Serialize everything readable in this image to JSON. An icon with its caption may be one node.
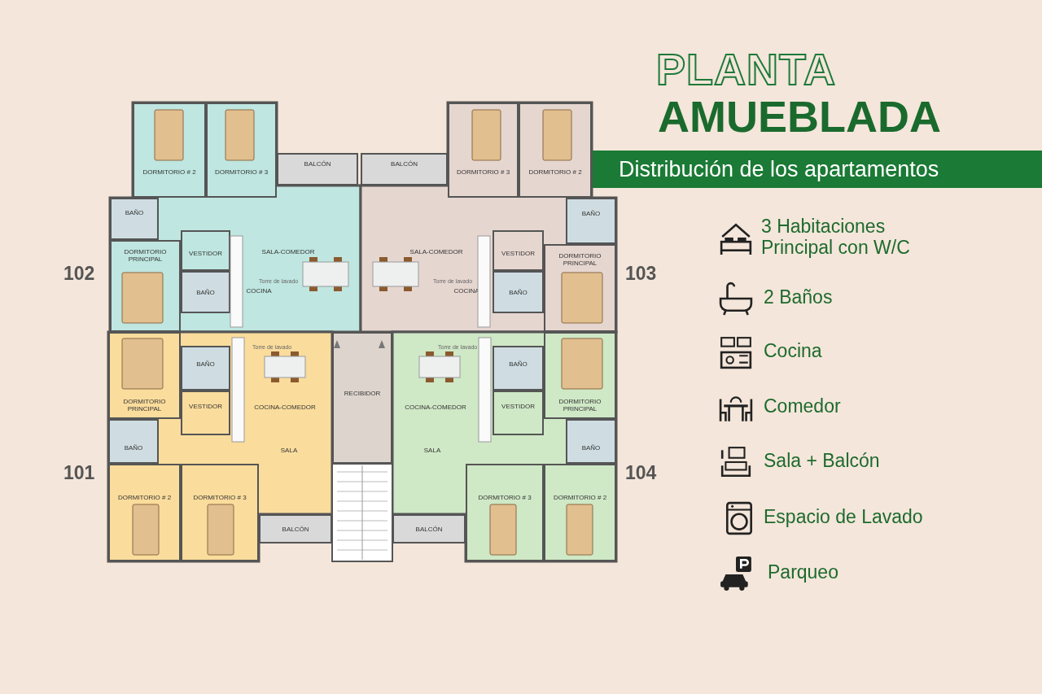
{
  "diagram": {
    "nodes": [
      {
        "text": [
          "DORMITORIO # 2"
        ]
      },
      {
        "text": [
          "DORMITORIO # 3"
        ]
      },
      {
        "text": [
          "BALCÓN"
        ]
      },
      {
        "text": [
          "BAÑO"
        ]
      },
      {
        "text": [
          "DORMITORIO PRINCIPAL"
        ]
      },
      {
        "text": [
          "VESTIDOR"
        ]
      },
      {
        "text": [
          "BAÑO"
        ]
      },
      {
        "text": [
          "COCINA"
        ]
      },
      {
        "text": [
          "SALA-COMEDOR"
        ]
      },
      {
        "text": [
          "DORMITORIO # 3"
        ]
      },
      {
        "text": [
          "DORMITORIO # 2"
        ]
      },
      {
        "text": [
          "BALCÓN"
        ]
      },
      {
        "text": [
          "BAÑO"
        ]
      },
      {
        "text": [
          "DORMITORIO PRINCIPAL"
        ]
      },
      {
        "text": [
          "VESTIDOR"
        ]
      },
      {
        "text": [
          "BAÑO"
        ]
      },
      {
        "text": [
          "COCINA"
        ]
      },
      {
        "text": [
          "SALA-COMEDOR"
        ]
      },
      {
        "text": [
          "RECIBIDOR"
        ]
      },
      {
        "text": [
          "DORMITORIO PRINCIPAL"
        ]
      },
      {
        "text": [
          "BAÑO"
        ]
      },
      {
        "text": [
          "VESTIDOR"
        ]
      },
      {
        "text": [
          "COCINA-COMEDOR"
        ]
      },
      {
        "text": [
          "SALA"
        ]
      },
      {
        "text": [
          "BAÑO"
        ]
      },
      {
        "text": [
          "DORMITORIO # 2"
        ]
      },
      {
        "text": [
          "DORMITORIO # 3"
        ]
      },
      {
        "text": [
          "BALCÓN"
        ]
      },
      {
        "text": [
          "DORMITORIO PRINCIPAL"
        ]
      },
      {
        "text": [
          "BAÑO"
        ]
      },
      {
        "text": [
          "VESTIDOR"
        ]
      },
      {
        "text": [
          "COCINA-COMEDOR"
        ]
      },
      {
        "text": [
          "SALA"
        ]
      },
      {
        "text": [
          "BAÑO"
        ]
      },
      {
        "text": [
          "DORMITORIO # 3"
        ]
      },
      {
        "text": [
          "DORMITORIO # 2"
        ]
      },
      {
        "text": [
          "BALCÓN"
        ]
      }
    ],
    "labels": [
      "PLANTA",
      "AMUEBLADA",
      "Distribución de los apartamentos",
      "102",
      "103",
      "101",
      "104",
      "3 Habitaciones Principal con W/C",
      "2 Baños",
      "Cocina",
      "Comedor",
      "Sala + Balcón",
      "Espacio de Lavado",
      "Parqueo",
      "Torre de lavado",
      "Torre de lavado",
      "Torre de lavado",
      "Torre de lavado"
    ]
  }
}
